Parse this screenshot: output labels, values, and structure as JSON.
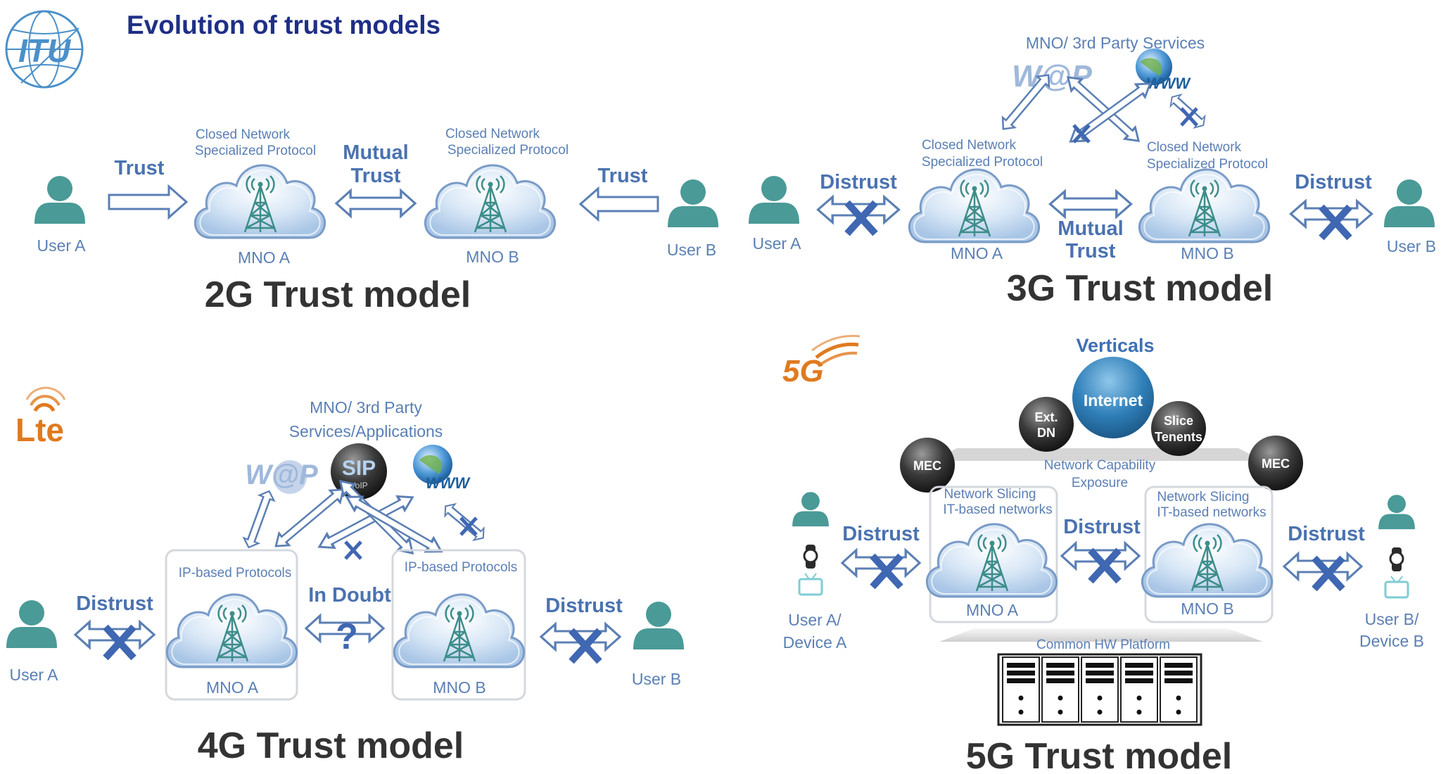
{
  "header": {
    "logo_text": "ITU",
    "title": "Evolution of trust models"
  },
  "panel_2g": {
    "user_a": "User A",
    "user_b": "User B",
    "trust_left": "Trust",
    "trust_right": "Trust",
    "mutual_line1": "Mutual",
    "mutual_line2": "Trust",
    "closed_a_line1": "Closed Network",
    "closed_a_line2": "Specialized Protocol",
    "closed_b_line1": "Closed Network",
    "closed_b_line2": "Specialized Protocol",
    "mno_a": "MNO A",
    "mno_b": "MNO B",
    "model_title": "2G Trust model"
  },
  "panel_3g": {
    "services": "MNO/ 3rd Party Services",
    "wap": "W@P",
    "www": "WWW",
    "user_a": "User A",
    "user_b": "User B",
    "distrust_left": "Distrust",
    "distrust_right": "Distrust",
    "closed_a_line1": "Closed Network",
    "closed_a_line2": "Specialized Protocol",
    "closed_b_line1": "Closed Network",
    "closed_b_line2": "Specialized Protocol",
    "mutual_line1": "Mutual",
    "mutual_line2": "Trust",
    "mno_a": "MNO A",
    "mno_b": "MNO B",
    "model_title": "3G Trust model"
  },
  "panel_4g": {
    "lte_logo": "Lte",
    "services_line1": "MNO/ 3rd Party",
    "services_line2": "Services/Applications",
    "wap": "W@P",
    "sip": "SIP",
    "sip_sub": "VoIP",
    "www": "WWW",
    "ip_a": "IP-based Protocols",
    "ip_b": "IP-based  Protocols",
    "in_doubt": "In Doubt",
    "question": "?",
    "distrust_left": "Distrust",
    "distrust_right": "Distrust",
    "user_a": "User A",
    "user_b": "User B",
    "mno_a": "MNO A",
    "mno_b": "MNO B",
    "model_title": "4G Trust model"
  },
  "panel_5g": {
    "logo_5g": "5G",
    "verticals": "Verticals",
    "internet": "Internet",
    "ext_dn_line1": "Ext.",
    "ext_dn_line2": "DN",
    "slice_line1": "Slice",
    "slice_line2": "Tenents",
    "mec_left": "MEC",
    "mec_right": "MEC",
    "nce_line1": "Network Capability",
    "nce_line2": "Exposure",
    "slicing_a_line1": "Network Slicing",
    "slicing_a_line2": "IT-based networks",
    "slicing_b_line1": "Network Slicing",
    "slicing_b_line2": "IT-based networks",
    "distrust_left": "Distrust",
    "distrust_mid": "Distrust",
    "distrust_right": "Distrust",
    "user_a_line1": "User A/",
    "user_a_line2": "Device A",
    "user_b_line1": "User B/",
    "user_b_line2": "Device B",
    "mno_a": "MNO A",
    "mno_b": "MNO B",
    "hw_platform": "Common HW Platform",
    "model_title": "5G Trust model"
  },
  "colors": {
    "user_teal": "#4a9a97",
    "arrow_blue": "#5b7fb4",
    "x_blue": "#3f67b2",
    "title_navy": "#1f2f86",
    "cloud_blue": "#b9d2ec",
    "tower_teal": "#3d8d8a"
  }
}
